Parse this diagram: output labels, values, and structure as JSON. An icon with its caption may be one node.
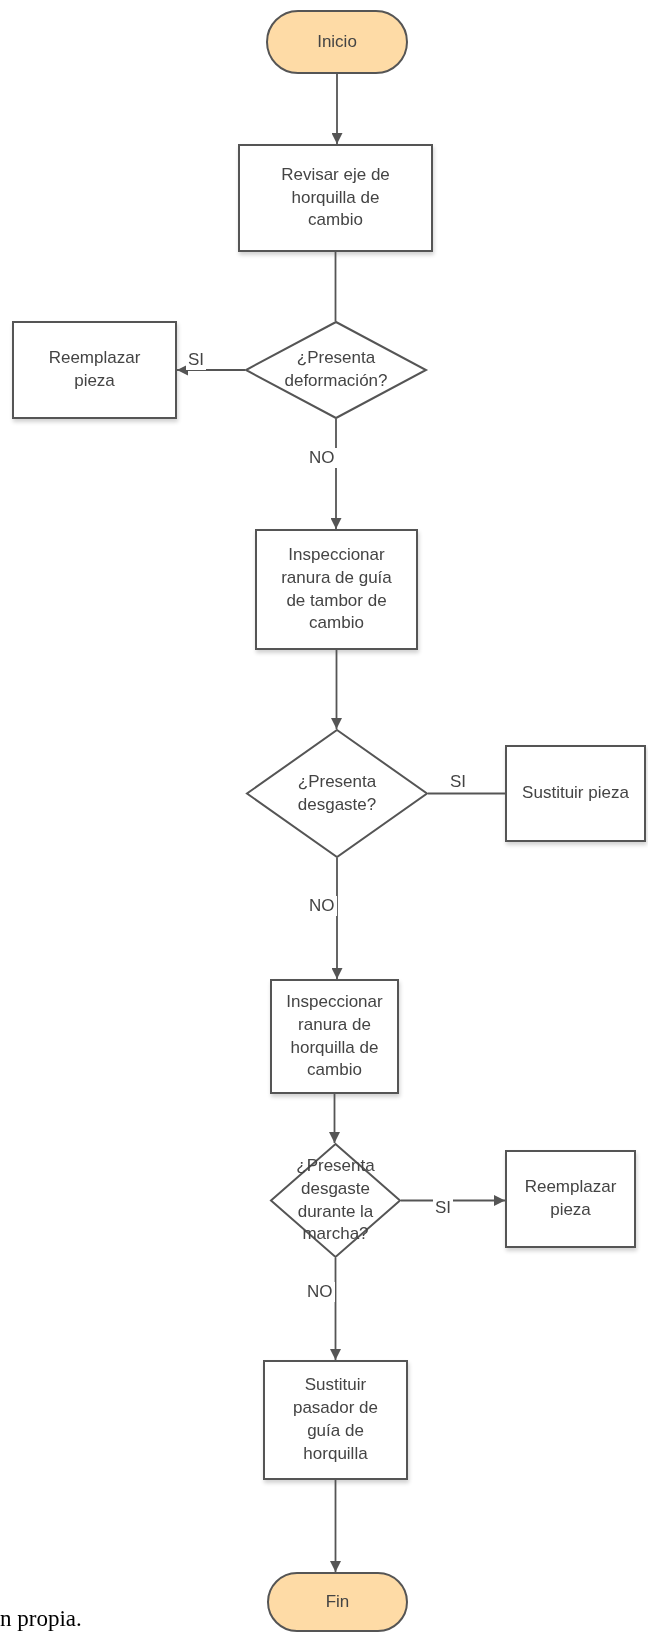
{
  "diagram": {
    "nodes": [
      {
        "text": [
          "Inicio"
        ]
      },
      {
        "text": [
          "Revisar eje de horquilla de cambio"
        ]
      },
      {
        "text": [
          "¿Presenta deformación?"
        ]
      },
      {
        "text": [
          "Reemplazar pieza"
        ]
      },
      {
        "text": [
          "Inspeccionar ranura de guía de tambor de cambio"
        ]
      },
      {
        "text": [
          "¿Presenta desgaste?"
        ]
      },
      {
        "text": [
          "Sustituir pieza"
        ]
      },
      {
        "text": [
          "Inspeccionar ranura de horquilla de cambio"
        ]
      },
      {
        "text": [
          "¿Presenta desgaste durante la marcha?"
        ]
      },
      {
        "text": [
          "Reemplazar pieza"
        ]
      },
      {
        "text": [
          "Sustituir pasador de guía de horquilla"
        ]
      },
      {
        "text": [
          "Fin"
        ]
      }
    ],
    "edges": [
      {
        "from": 0,
        "to": 1,
        "arrow": "to"
      },
      {
        "from": 1,
        "to": 2,
        "arrow": "none"
      },
      {
        "from": 2,
        "to": 3,
        "arrow": "to",
        "label": "SI"
      },
      {
        "from": 2,
        "to": 4,
        "arrow": "to",
        "label": "NO"
      },
      {
        "from": 4,
        "to": 5,
        "arrow": "to"
      },
      {
        "from": 5,
        "to": 6,
        "arrow": "none",
        "label": "SI"
      },
      {
        "from": 5,
        "to": 7,
        "arrow": "to",
        "label": "NO"
      },
      {
        "from": 7,
        "to": 8,
        "arrow": "to"
      },
      {
        "from": 8,
        "to": 9,
        "arrow": "to",
        "label": "SI"
      },
      {
        "from": 8,
        "to": 10,
        "arrow": "to",
        "label": "NO"
      },
      {
        "from": 10,
        "to": 11,
        "arrow": "to"
      }
    ],
    "labels": [
      "n propia."
    ]
  }
}
